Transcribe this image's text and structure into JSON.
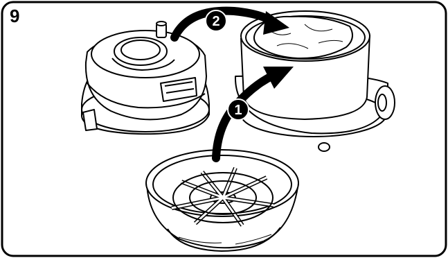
{
  "step_number": "9",
  "callouts": [
    {
      "id": "1",
      "label": "1"
    },
    {
      "id": "2",
      "label": "2"
    }
  ],
  "colors": {
    "line": "#000000",
    "fill": "#ffffff",
    "shade": "#dcdcdc"
  }
}
